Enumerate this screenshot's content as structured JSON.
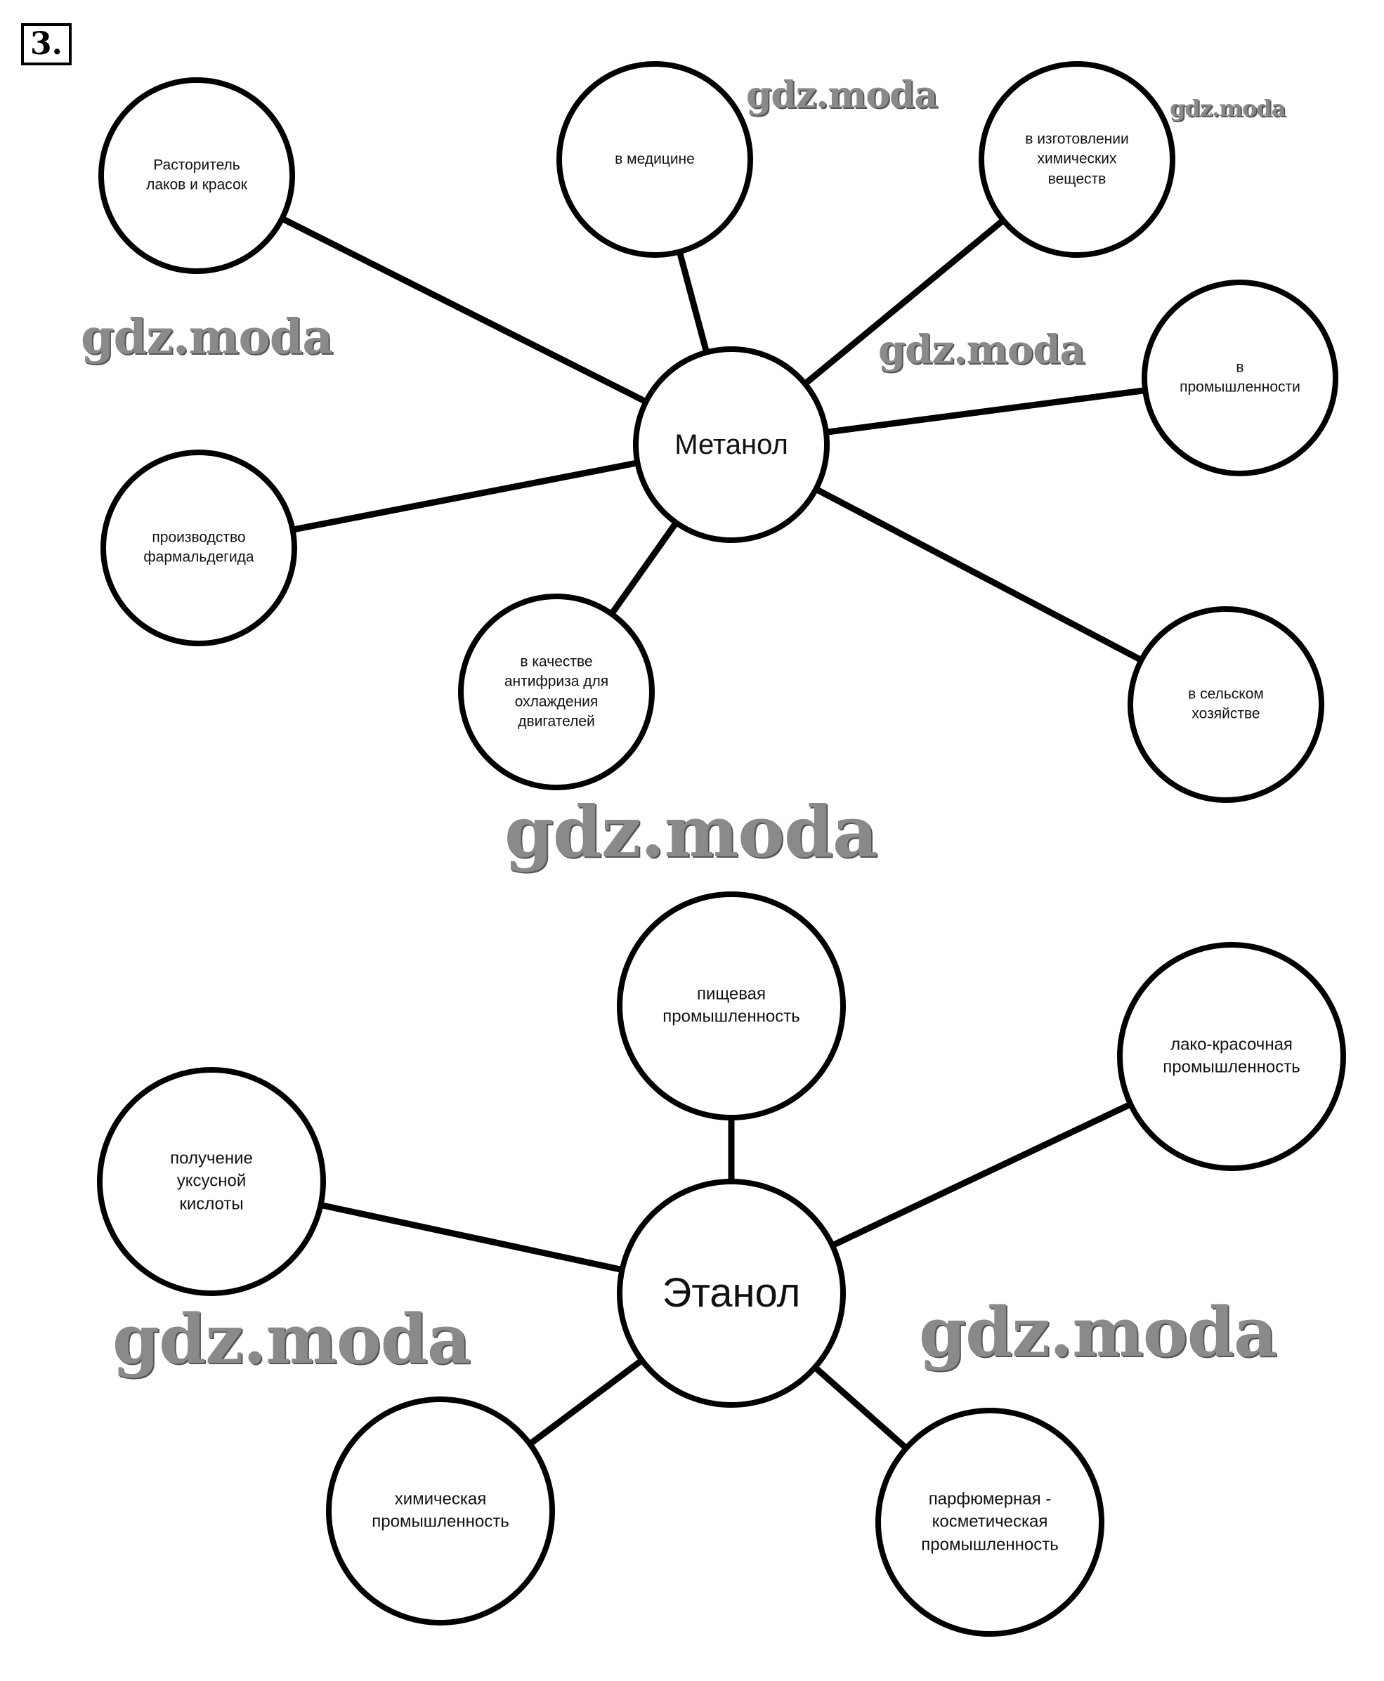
{
  "task_number": "3.",
  "watermark": "gdz.moda",
  "methanol": {
    "center": "Метанол",
    "nodes": [
      "Расторитель\nлаков и красок",
      "в медицине",
      "в изготовлении\nхимических\nвеществ",
      "в\nпромышленности",
      "производство\nфармальдегида",
      "в качестве\nантифриза для\nохлаждения\nдвигателей",
      "в сельском\nхозяйстве"
    ]
  },
  "ethanol": {
    "center": "Этанол",
    "nodes": [
      "пищевая\nпромышленность",
      "лако-красочная\nпромышленность",
      "получение\nуксусной\nкислоты",
      "химическая\nпромышленность",
      "парфюмерная -\nкосметическая\nпромышленность"
    ]
  }
}
